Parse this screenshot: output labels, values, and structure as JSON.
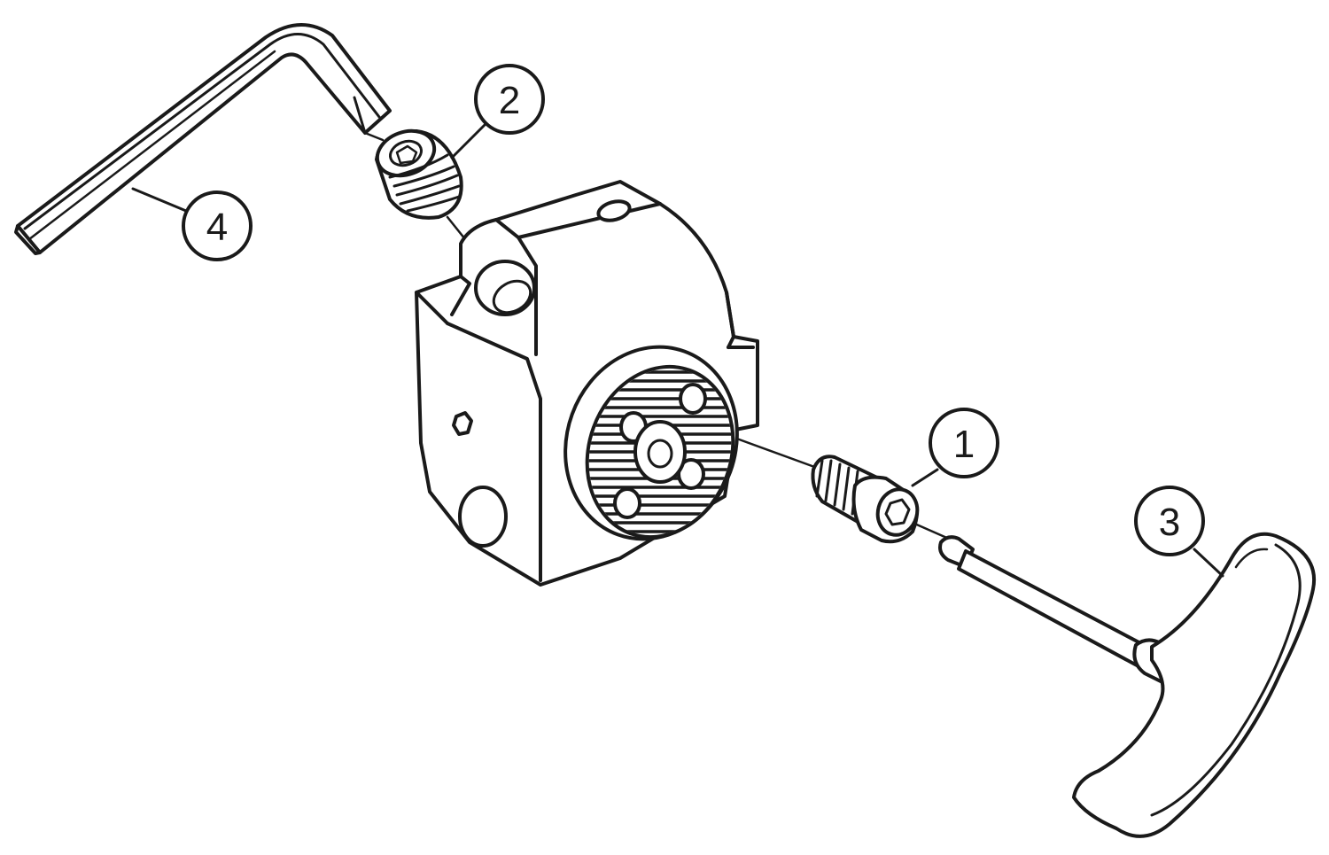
{
  "callouts": [
    {
      "id": "1",
      "label": "1",
      "part": "cap-screw"
    },
    {
      "id": "2",
      "label": "2",
      "part": "set-screw"
    },
    {
      "id": "3",
      "label": "3",
      "part": "t-handle-key"
    },
    {
      "id": "4",
      "label": "4",
      "part": "hex-key"
    }
  ],
  "colors": {
    "line": "#1a1a1a",
    "background": "#ffffff"
  }
}
